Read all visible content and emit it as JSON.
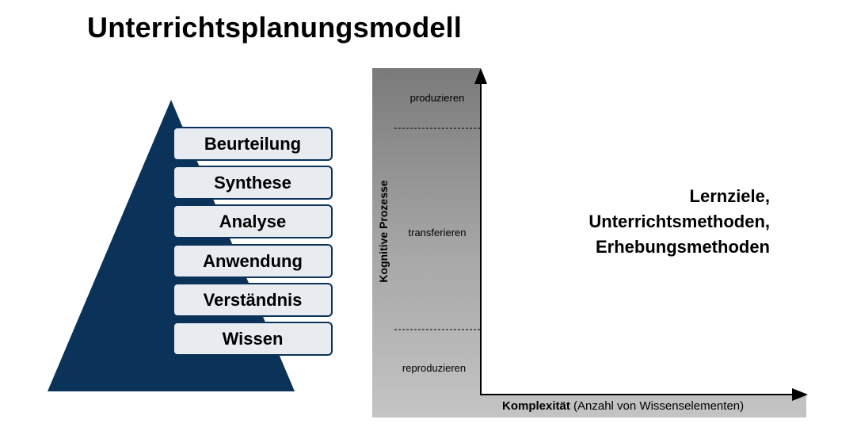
{
  "title": "Unterrichtsplanungsmodell",
  "pyramid": {
    "levels": [
      "Beurteilung",
      "Synthese",
      "Analyse",
      "Anwendung",
      "Verständnis",
      "Wissen"
    ],
    "colors": {
      "triangle": "#0b3258",
      "box_fill": "#e8ecf1",
      "box_border": "#0b3258"
    }
  },
  "diagram": {
    "y_axis_label": "Kognitive Prozesse",
    "x_axis_label_bold": "Komplexität",
    "x_axis_label_rest": " (Anzahl von Wissenselementen)",
    "bands": [
      "produzieren",
      "transferieren",
      "reproduzieren"
    ],
    "right_text": [
      "Lernziele,",
      "Unterrichtsmethoden,",
      "Erhebungsmethoden"
    ]
  }
}
